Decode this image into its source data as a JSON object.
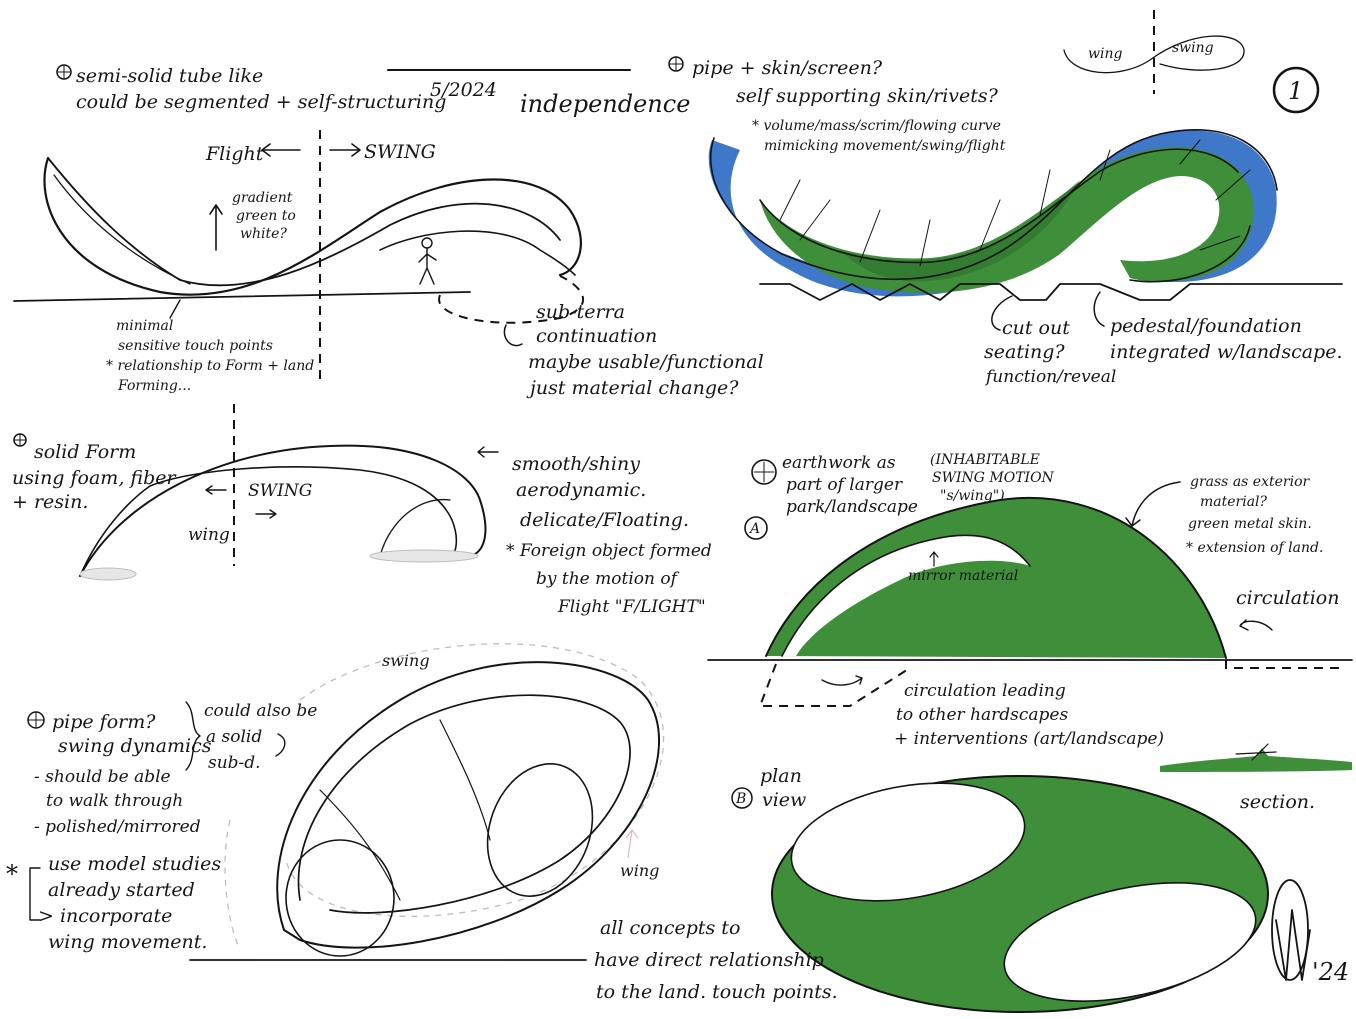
{
  "header": {
    "date": "5/2024",
    "word": "independence",
    "page_number": "1",
    "signature_year": "'24"
  },
  "concept1": {
    "title_l1": "semi-solid tube like",
    "title_l2": "could be segmented + self-structuring",
    "flight": "Flight",
    "swing": "SWING",
    "gradient_l1": "gradient",
    "gradient_l2": "green to",
    "gradient_l3": "white?",
    "touch_l1": "minimal",
    "touch_l2": "sensitive touch points",
    "touch_l3": "* relationship to Form + land",
    "touch_l4": "Forming...",
    "sub_l1": "sub-terra",
    "sub_l2": "continuation",
    "sub_l3": "maybe usable/functional",
    "sub_l4": "just material change?"
  },
  "concept2": {
    "title_l1": "pipe + skin/screen?",
    "title_l2": "self supporting skin/rivets?",
    "note_l1": "* volume/mass/scrim/flowing curve",
    "note_l2": "mimicking movement/swing/flight",
    "cut_l1": "cut out",
    "cut_l2": "seating?",
    "cut_l3": "function/reveal",
    "ped_l1": "pedestal/foundation",
    "ped_l2": "integrated w/landscape.",
    "wing": "wing",
    "swing": "swing",
    "colors": {
      "blue": "#3f78c8",
      "green": "#3f8f3a",
      "dark_green": "#2c6e29"
    }
  },
  "concept3": {
    "title_l1": "solid Form",
    "title_l2": "using foam, fiber",
    "title_l3": "+ resin.",
    "swing": "SWING",
    "wing": "wing",
    "desc_l1": "smooth/shiny",
    "desc_l2": "aerodynamic.",
    "desc_l3": "delicate/Floating.",
    "desc_l4": "* Foreign object formed",
    "desc_l5": "by the motion of",
    "desc_l6": "Flight \"F/LIGHT\""
  },
  "concept4": {
    "title_l1": "earthwork as",
    "title_l2": "part of larger",
    "title_l3": "park/landscape",
    "marker_a": "A",
    "inhab_l1": "(INHABITABLE",
    "inhab_l2": "SWING MOTION",
    "inhab_l3": "\"s/wing\")",
    "grass_l1": "grass as exterior",
    "grass_l2": "material?",
    "grass_l3": "green metal skin.",
    "grass_l4": "* extension of land.",
    "mirror": "mirror material",
    "circ": "circulation",
    "circ_lead_l1": "circulation leading",
    "circ_lead_l2": "to other hardscapes",
    "circ_lead_l3": "+ interventions (art/landscape)",
    "color_green": "#3f8f3a"
  },
  "concept5": {
    "title_l1": "pipe form?",
    "title_l2": "swing dynamics",
    "solid_l1": "could also be",
    "solid_l2": "a solid",
    "solid_l3": "sub-d.",
    "l1": "- should be able",
    "l2": "to walk through",
    "l3": "- polished/mirrored",
    "star_l1": "use model studies",
    "star_l2": "already started",
    "star_l3": "> incorporate",
    "star_l4": "wing movement.",
    "faint_swing": "swing",
    "faint_wing": "wing"
  },
  "concept6": {
    "marker_b": "B",
    "plan_l1": "plan",
    "plan_l2": "view",
    "section": "section.",
    "concl_l1": "all concepts to",
    "concl_l2": "have direct relationship",
    "concl_l3": "to the land. touch points.",
    "color_green": "#3f8f3a"
  }
}
